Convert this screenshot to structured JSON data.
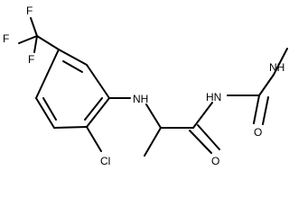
{
  "molecule": {
    "atom_labels": {
      "fluorine_top": "F",
      "fluorine_left": "F",
      "fluorine_bottom": "F",
      "amine_nh": "NH",
      "chlorine": "Cl",
      "imide_nh": "HN",
      "methyl_nh": "NH",
      "carbonyl_o_amide": "O",
      "carbonyl_o_urea": "O"
    },
    "bond_color": "#000000",
    "text_color": "#000000",
    "background": "#ffffff"
  }
}
